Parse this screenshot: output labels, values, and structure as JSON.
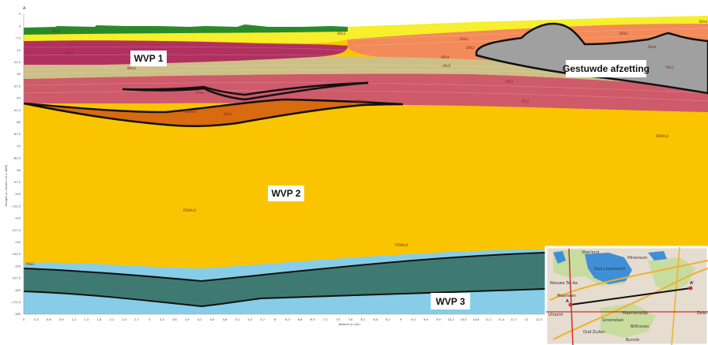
{
  "corner_letter": "A",
  "labels": {
    "wvp1": "WVP 1",
    "wvp2": "WVP 2",
    "wvp3": "WVP 3",
    "stuwwal": "Gestuwde afzetting"
  },
  "unit_labels": [
    {
      "name": "BXz4",
      "text": "BXz4"
    },
    {
      "name": "BXz3",
      "text": "BXz3"
    },
    {
      "name": "BXk4",
      "text": "BXk4"
    },
    {
      "name": "URk1",
      "text": "URk1"
    },
    {
      "name": "URk4",
      "text": "URk4"
    },
    {
      "name": "URz5",
      "text": "URz5"
    },
    {
      "name": "STk1",
      "text": "STk1"
    },
    {
      "name": "STk2",
      "text": "STk2"
    },
    {
      "name": "STk1b",
      "text": "STk1"
    },
    {
      "name": "DRk1",
      "text": "DRk1"
    },
    {
      "name": "DRk2",
      "text": "DRk2"
    },
    {
      "name": "DRk3",
      "text": "DRk3"
    },
    {
      "name": "DRk4",
      "text": "DRk4"
    },
    {
      "name": "PZWAk1",
      "text": "PZWAk1"
    },
    {
      "name": "PZWAz1",
      "text": "PZWAz1"
    },
    {
      "name": "PZWAz2",
      "text": "PZWAz2"
    },
    {
      "name": "PZWAz3",
      "text": "PZWAz3"
    },
    {
      "name": "PZWAz4",
      "text": "PZWAz4"
    },
    {
      "name": "MSk1",
      "text": "MSk1"
    },
    {
      "name": "MSz1",
      "text": "MSz1"
    },
    {
      "name": "WAk1",
      "text": "WAk1"
    },
    {
      "name": "PEk1",
      "text": "PEk1"
    }
  ],
  "y_axis": {
    "label": "Hoogte (in meters t.o.v. NAP)",
    "ticks": [
      "5",
      "0",
      "-7,5",
      "-15",
      "-22,5",
      "-30",
      "-37,5",
      "-45",
      "-52,5",
      "-60",
      "-67,5",
      "-75",
      "-82,5",
      "-90",
      "-97,5",
      "-105",
      "-112,5",
      "-120",
      "-127,5",
      "-135",
      "-142,5",
      "-150",
      "-157,5",
      "-165",
      "-172,5",
      "-180"
    ]
  },
  "x_axis": {
    "label": "Afstand (in km)",
    "ticks": [
      "0",
      "0,3",
      "0,6",
      "0,9",
      "1,2",
      "1,5",
      "1,8",
      "2,1",
      "2,4",
      "2,7",
      "3",
      "3,3",
      "3,6",
      "3,9",
      "4,2",
      "4,5",
      "4,8",
      "5,1",
      "5,4",
      "5,7",
      "6",
      "6,3",
      "6,6",
      "6,9",
      "7,2",
      "7,5",
      "7,8",
      "8,1",
      "8,4",
      "8,7",
      "9",
      "9,3",
      "9,6",
      "9,9",
      "10,2",
      "10,5",
      "10,8",
      "11,1",
      "11,4",
      "11,7",
      "12",
      "12,3"
    ]
  },
  "map": {
    "places": [
      "Voorland",
      "Hilversum",
      "Oud Loosdrecht",
      "Nieuwe Tol Aa",
      "Maarssen",
      "Utrecht",
      "Maartensdijk",
      "Bilthoven",
      "Zeist",
      "Oud Zuilen",
      "Groenekan",
      "Bunnik"
    ],
    "point_a": "A",
    "point_a2": "A'",
    "colors": {
      "water": "#3f8fd6",
      "green": "#c8dca0",
      "urban": "#e6dccf",
      "road": "#f0b030",
      "section": "#111111",
      "marker": "#d0302a"
    }
  },
  "colors": {
    "wvp_sand": "#fbc400",
    "aquitard": "#c9a0a0",
    "dark_clay": "#b13060",
    "orange_clay": "#d86a10",
    "stuwwal": "#a0a0a0",
    "hydro_base": "#3e7a72",
    "light_blue": "#87cde8",
    "top_green": "#2a8a2a",
    "top_yellow": "#f6ef2a",
    "salmon": "#f38a5a",
    "olive": "#cdbf88",
    "rose": "#cf5a6a"
  }
}
